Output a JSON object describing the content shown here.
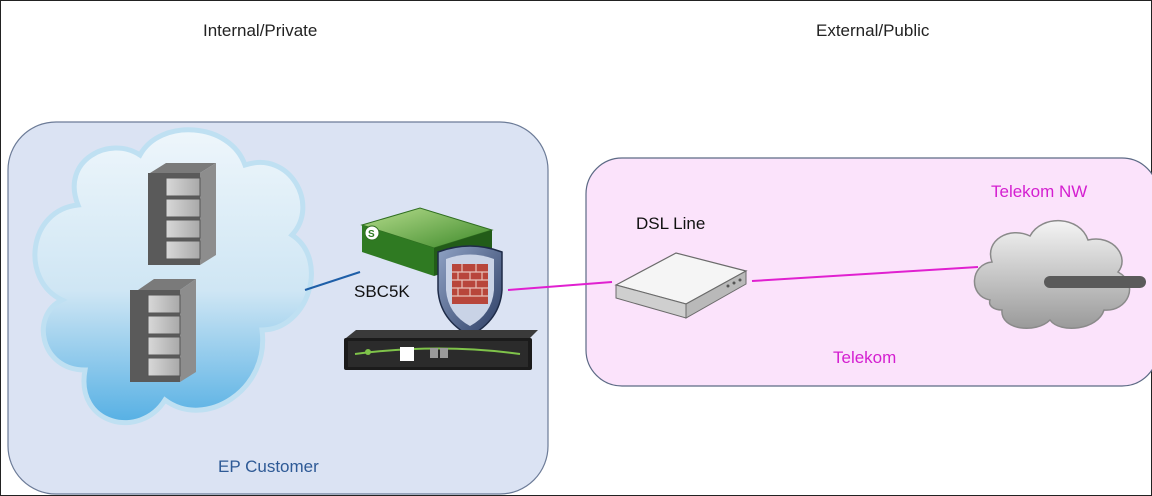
{
  "zones": {
    "internal": "Internal/Private",
    "external": "External/Public"
  },
  "nodes": {
    "ep_customer": "EP Customer",
    "sbc": "SBC5K",
    "dsl": "DSL Line",
    "telekom": "Telekom",
    "telekom_nw": "Telekom NW"
  },
  "colors": {
    "internal_box": "#dbe3f3",
    "external_box": "#fbe3fb",
    "link_internal": "#1f5fa8",
    "link_external": "#e020d0",
    "telekom_text": "#d41fd0",
    "customer_text": "#2e5a96"
  },
  "icons": [
    "server-icon",
    "sbc-appliance-icon",
    "firewall-shield-icon",
    "sbc-rack-unit-icon",
    "dsl-modem-icon",
    "cloud-icon"
  ]
}
